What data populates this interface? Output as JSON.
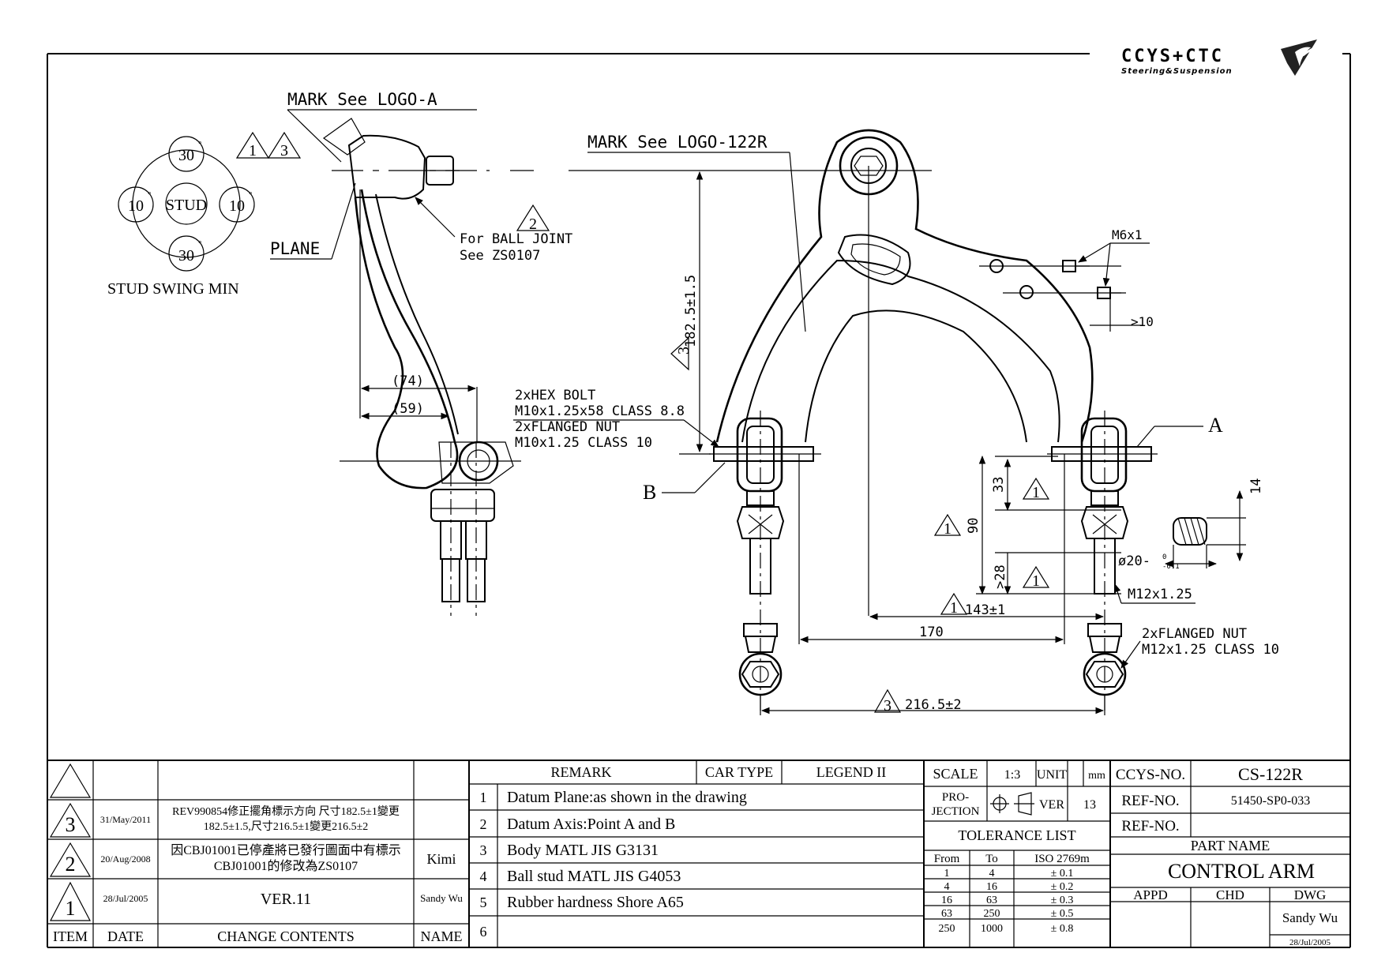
{
  "logo": {
    "brand": "CCYS+CTC",
    "tagline": "Steering&Suspension"
  },
  "callouts": {
    "mark_logo_a": "MARK See LOGO-A",
    "mark_logo_122r": "MARK See LOGO-122R",
    "plane": "PLANE",
    "ball_joint_1": "For BALL JOINT",
    "ball_joint_2": "See ZS0107",
    "hex_bolt_1": "2xHEX BOLT",
    "hex_bolt_2": "M10x1.25x58 CLASS 8.8",
    "flanged_nut_1": "2xFLANGED NUT",
    "flanged_nut_2": "M10x1.25 CLASS 10",
    "m6": "M6x1",
    "gt10": ">10",
    "point_a": "A",
    "point_b": "B",
    "m12": "M12x1.25",
    "flanged_nut_b1": "2xFLANGED NUT",
    "flanged_nut_b2": "M12x1.25 CLASS 10",
    "phi20": "ø20-",
    "phi20_tol": "0",
    "phi20_tol2": "-0.1"
  },
  "stud_swing": {
    "title": "STUD SWING MIN",
    "center": "STUD",
    "top": "30",
    "bottom": "30",
    "left": "10",
    "right": "10",
    "deg": "°"
  },
  "revision_marks": [
    "1",
    "2",
    "3"
  ],
  "dimensions": {
    "d74": "(74)",
    "d59": "(59)",
    "d182": "182.5±1.5",
    "d33": "33",
    "d90": "90",
    "d28": ">28",
    "d14": "14",
    "d143": "143±1",
    "d170": "170",
    "d216": "216.5±2"
  },
  "title_block": {
    "headers": {
      "item": "ITEM",
      "date": "DATE",
      "change": "CHANGE CONTENTS",
      "name": "NAME"
    },
    "changes": [
      {
        "item": "3",
        "date": "31/May/2011",
        "line1": "REV990854修正擺角標示方向 尺寸182.5±1變更",
        "line2": "182.5±1.5,尺寸216.5±1變更216.5±2",
        "name": ""
      },
      {
        "item": "2",
        "date": "20/Aug/2008",
        "line1": "因CBJ01001已停產將已發行圖面中有標示",
        "line2": "CBJ01001的修改為ZS0107",
        "name": "Kimi"
      },
      {
        "item": "1",
        "date": "28/Jul/2005",
        "line1": "VER.11",
        "line2": "",
        "name": "Sandy Wu"
      }
    ],
    "remark_label": "REMARK",
    "car_type_label": "CAR TYPE",
    "car_type": "LEGEND II",
    "remarks": [
      {
        "n": "1",
        "text": "Datum Plane:as shown in the drawing"
      },
      {
        "n": "2",
        "text": "Datum Axis:Point A and B"
      },
      {
        "n": "3",
        "text": "Body MATL JIS G3131"
      },
      {
        "n": "4",
        "text": "Ball stud MATL JIS G4053"
      },
      {
        "n": "5",
        "text": "Rubber hardness Shore A65"
      },
      {
        "n": "6",
        "text": ""
      }
    ],
    "scale_label": "SCALE",
    "scale": "1:3",
    "unit_label": "UNIT",
    "unit": "mm",
    "projection_1": "PRO-",
    "projection_2": "JECTION",
    "ver_label": "VER",
    "ver": "13",
    "tolerance_title": "TOLERANCE LIST",
    "tol_headers": [
      "From",
      "To",
      "ISO 2769m"
    ],
    "tolerances": [
      [
        "1",
        "4",
        "± 0.1"
      ],
      [
        "4",
        "16",
        "± 0.2"
      ],
      [
        "16",
        "63",
        "± 0.3"
      ],
      [
        "63",
        "250",
        "± 0.5"
      ],
      [
        "250",
        "1000",
        "± 0.8"
      ]
    ],
    "ccys_no_label": "CCYS-NO.",
    "ccys_no": "CS-122R",
    "ref_no_label": "REF-NO.",
    "ref_no": "51450-SP0-033",
    "ref_no2_label": "REF-NO.",
    "ref_no2": "",
    "part_name_label": "PART NAME",
    "part_name": "CONTROL ARM",
    "appd_label": "APPD",
    "chd_label": "CHD",
    "dwg_label": "DWG",
    "dwg_name": "Sandy Wu",
    "dwg_date": "28/Jul/2005"
  }
}
